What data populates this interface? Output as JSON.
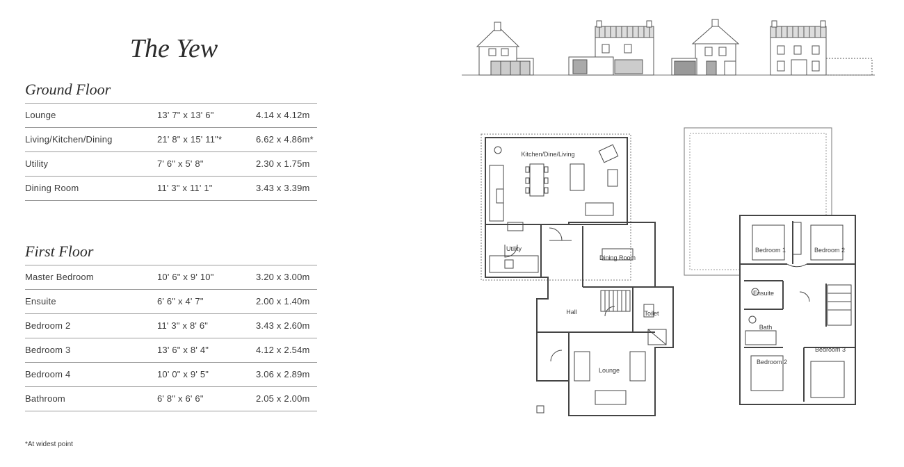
{
  "title": "The Yew",
  "ground_floor": {
    "heading": "Ground Floor",
    "rooms": [
      {
        "name": "Lounge",
        "imperial": "13' 7\" x 13' 6\"",
        "metric": "4.14 x 4.12m"
      },
      {
        "name": "Living/Kitchen/Dining",
        "imperial": "21' 8\" x 15' 11\"*",
        "metric": "6.62 x 4.86m*"
      },
      {
        "name": "Utility",
        "imperial": "7' 6\" x 5' 8\"",
        "metric": "2.30 x 1.75m"
      },
      {
        "name": "Dining Room",
        "imperial": "11' 3\" x 11' 1\"",
        "metric": "3.43 x 3.39m"
      }
    ]
  },
  "first_floor": {
    "heading": "First Floor",
    "rooms": [
      {
        "name": "Master Bedroom",
        "imperial": "10' 6\" x 9' 10\"",
        "metric": "3.20 x 3.00m"
      },
      {
        "name": "Ensuite",
        "imperial": "6' 6\" x 4' 7\"",
        "metric": "2.00 x 1.40m"
      },
      {
        "name": "Bedroom 2",
        "imperial": "11' 3\" x 8' 6\"",
        "metric": "3.43 x 2.60m"
      },
      {
        "name": "Bedroom 3",
        "imperial": "13' 6\" x 8' 4\"",
        "metric": "4.12 x 2.54m"
      },
      {
        "name": "Bedroom 4",
        "imperial": "10' 0\" x 9' 5\"",
        "metric": "3.06 x 2.89m"
      },
      {
        "name": "Bathroom",
        "imperial": "6' 8\" x 6' 6\"",
        "metric": "2.05 x 2.00m"
      }
    ]
  },
  "footnote": "*At widest point",
  "plan_labels": {
    "kitchen_dine_living": "Kitchen/Dine/Living",
    "utility": "Utility",
    "dining_room": "Dining Room",
    "hall": "Hall",
    "toilet": "Toilet",
    "lounge": "Lounge",
    "bedroom_1": "Bedroom 1",
    "bedroom_2_upper": "Bedroom 2",
    "ensuite": "Ensuite",
    "bath": "Bath",
    "bedroom_3": "Bedroom 3",
    "bedroom_2_lower": "Bedroom 2"
  }
}
